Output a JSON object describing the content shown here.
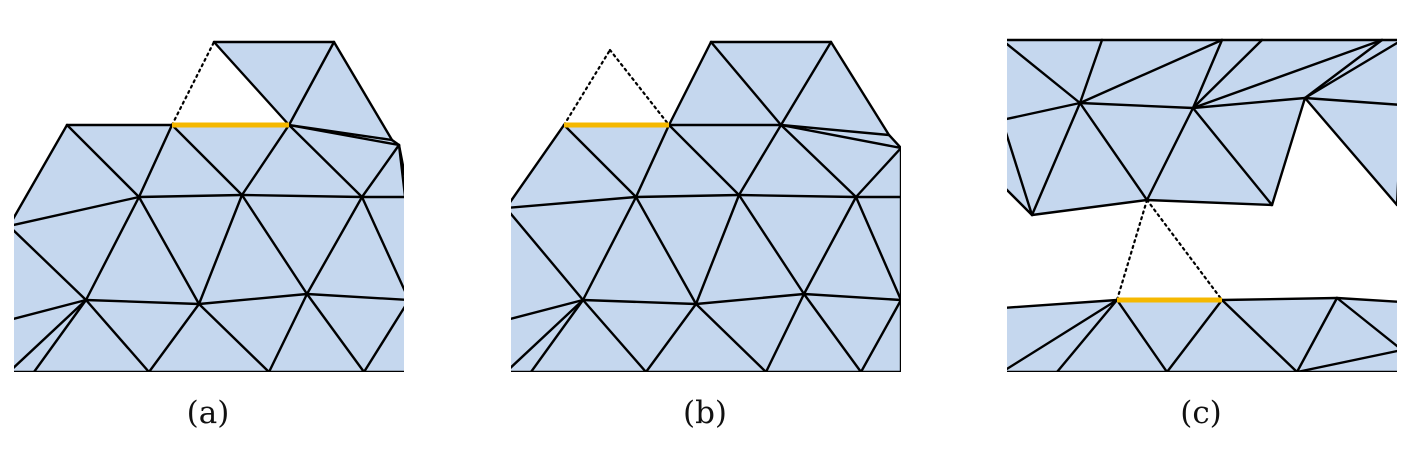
{
  "colors": {
    "mesh_fill": "#c5d7ee",
    "mesh_edge": "#000000",
    "front_edge": "#f5b800",
    "candidate_edge": "#000000",
    "background": "#ffffff"
  },
  "panels": [
    {
      "id": "a",
      "caption": "(a)"
    },
    {
      "id": "b",
      "caption": "(b)"
    },
    {
      "id": "c",
      "caption": "(c)"
    }
  ]
}
